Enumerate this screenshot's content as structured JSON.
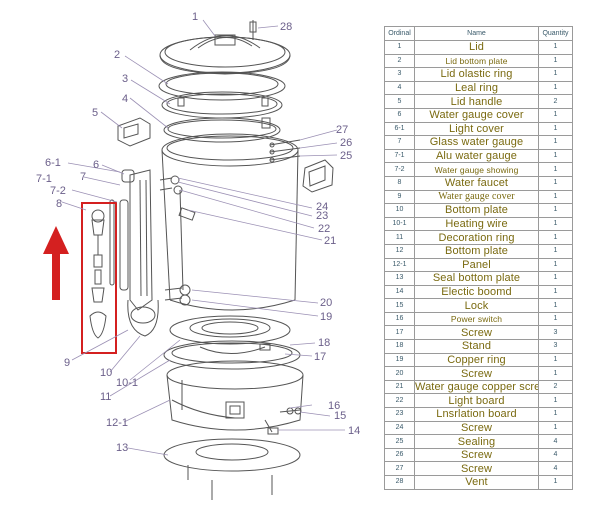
{
  "table": {
    "headers": {
      "ordinal": "Ordinal",
      "name": "Name",
      "quantity": "Quantity"
    },
    "rows": [
      {
        "ordinal": "1",
        "name": "Lid",
        "quantity": "1"
      },
      {
        "ordinal": "2",
        "name": "Lid bottom plate",
        "quantity": "1"
      },
      {
        "ordinal": "3",
        "name": "Lid olastic ring",
        "quantity": "1"
      },
      {
        "ordinal": "4",
        "name": "Leal ring",
        "quantity": "1"
      },
      {
        "ordinal": "5",
        "name": "Lid handle",
        "quantity": "2"
      },
      {
        "ordinal": "6",
        "name": "Water gauge cover",
        "quantity": "1"
      },
      {
        "ordinal": "6-1",
        "name": "Light cover",
        "quantity": "1"
      },
      {
        "ordinal": "7",
        "name": "Glass water gauge",
        "quantity": "1"
      },
      {
        "ordinal": "7-1",
        "name": "Alu water gauge",
        "quantity": "1"
      },
      {
        "ordinal": "7-2",
        "name": "Water gauge showing",
        "quantity": "1"
      },
      {
        "ordinal": "8",
        "name": "Water faucet",
        "quantity": "1"
      },
      {
        "ordinal": "9",
        "name": "Water gauge cover",
        "quantity": "1"
      },
      {
        "ordinal": "10",
        "name": "Bottom plate",
        "quantity": "1"
      },
      {
        "ordinal": "10-1",
        "name": "Heating wire",
        "quantity": "1"
      },
      {
        "ordinal": "11",
        "name": "Decoration ring",
        "quantity": "1"
      },
      {
        "ordinal": "12",
        "name": "Bottom plate",
        "quantity": "1"
      },
      {
        "ordinal": "12-1",
        "name": "Panel",
        "quantity": "1"
      },
      {
        "ordinal": "13",
        "name": "Seal bottom plate",
        "quantity": "1"
      },
      {
        "ordinal": "14",
        "name": "Electic boomd",
        "quantity": "1"
      },
      {
        "ordinal": "15",
        "name": "Lock",
        "quantity": "1"
      },
      {
        "ordinal": "16",
        "name": "Power switch",
        "quantity": "1"
      },
      {
        "ordinal": "17",
        "name": "Screw",
        "quantity": "3"
      },
      {
        "ordinal": "18",
        "name": "Stand",
        "quantity": "3"
      },
      {
        "ordinal": "19",
        "name": "Copper ring",
        "quantity": "1"
      },
      {
        "ordinal": "20",
        "name": "Screw",
        "quantity": "1"
      },
      {
        "ordinal": "21",
        "name": "Water gauge copper screw",
        "quantity": "2"
      },
      {
        "ordinal": "22",
        "name": "Light board",
        "quantity": "1"
      },
      {
        "ordinal": "23",
        "name": "Lnsrlation board",
        "quantity": "1"
      },
      {
        "ordinal": "24",
        "name": "Screw",
        "quantity": "1"
      },
      {
        "ordinal": "25",
        "name": "Sealing",
        "quantity": "4"
      },
      {
        "ordinal": "26",
        "name": "Screw",
        "quantity": "4"
      },
      {
        "ordinal": "27",
        "name": "Screw",
        "quantity": "4"
      },
      {
        "ordinal": "28",
        "name": "Vent",
        "quantity": "1"
      }
    ]
  },
  "callouts": {
    "c1": "1",
    "c2": "2",
    "c3": "3",
    "c4": "4",
    "c5": "5",
    "c6": "6",
    "c6_1": "6-1",
    "c7": "7",
    "c7_1": "7-1",
    "c7_2": "7-2",
    "c8": "8",
    "c9": "9",
    "c10": "10",
    "c10_1": "10-1",
    "c11": "11",
    "c12_1": "12-1",
    "c13": "13",
    "c14": "14",
    "c15": "15",
    "c16": "16",
    "c17": "17",
    "c18": "18",
    "c19": "19",
    "c20": "20",
    "c21": "21",
    "c22": "22",
    "c23": "23",
    "c24": "24",
    "c25": "25",
    "c26": "26",
    "c27": "27",
    "c28": "28"
  },
  "colors": {
    "line": "#555555",
    "callout_text": "#6b5f8a",
    "highlight": "#d42020",
    "arrow": "#d42020",
    "name_text": "#7a6a10"
  }
}
